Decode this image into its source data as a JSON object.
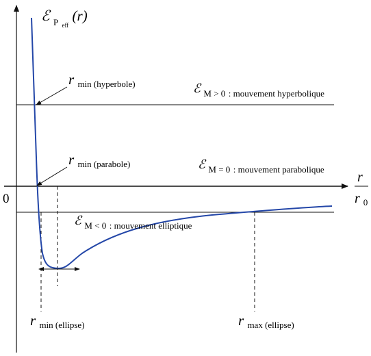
{
  "figure": {
    "curve_color": "#2447a8",
    "axis_color": "#111111",
    "y_axis_label": {
      "symbol": "ℰ",
      "subscript": "P",
      "subsubscript": "eff",
      "argument": "(r)"
    },
    "x_axis_label": {
      "numerator": "r",
      "denominator": "r",
      "denominator_subscript": "0"
    },
    "origin_label": "0",
    "levels": [
      {
        "id": "hyperbolic",
        "symbol": "ℰ",
        "subscript": "M > 0",
        "text": " : mouvement hyperbolique"
      },
      {
        "id": "parabolic",
        "symbol": "ℰ",
        "subscript": "M = 0",
        "text": " : mouvement parabolique"
      },
      {
        "id": "elliptic",
        "symbol": "ℰ",
        "subscript": "M < 0",
        "text": " : mouvement elliptique"
      }
    ],
    "radius_labels": {
      "rmin_hyperbole": {
        "main": "r",
        "subscript": "min (hyperbole)"
      },
      "rmin_parabole": {
        "main": "r",
        "subscript": "min (parabole)"
      },
      "rmin_ellipse": {
        "main": "r",
        "subscript": "min (ellipse)"
      },
      "rmax_ellipse": {
        "main": "r",
        "subscript": "max (ellipse)"
      }
    }
  }
}
